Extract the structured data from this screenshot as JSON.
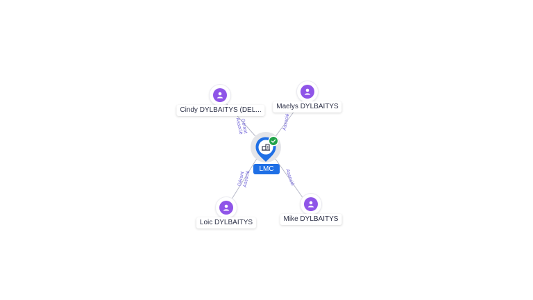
{
  "company": {
    "name": "LMC",
    "status_icon": "check-icon",
    "icon": "buildings-icon",
    "accent_color": "#1f6fe5",
    "status_color": "#22a34a"
  },
  "people": [
    {
      "name": "Cindy DYLBAITYS (DEL...",
      "icon": "person-icon",
      "relations": [
        "Gérant",
        "Associé"
      ]
    },
    {
      "name": "Maelys DYLBAITYS",
      "icon": "person-icon",
      "relations": [
        "Associé"
      ]
    },
    {
      "name": "Loic DYLBAITYS",
      "icon": "person-icon",
      "relations": [
        "Gérant",
        "Associé"
      ]
    },
    {
      "name": "Mike DYLBAITYS",
      "icon": "person-icon",
      "relations": [
        "Associé"
      ]
    }
  ],
  "person_color": "#8f55e8"
}
